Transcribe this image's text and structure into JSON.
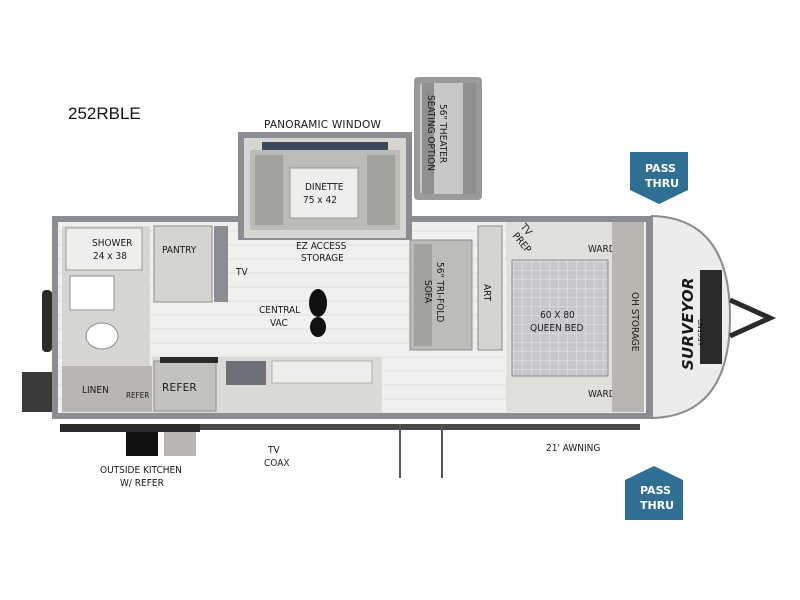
{
  "model": "252RBLE",
  "labels": {
    "panoramic_window": "PANORAMIC WINDOW",
    "theater_seating_1": "56\" THEATER",
    "theater_seating_2": "SEATING OPTION",
    "dinette_1": "DINETTE",
    "dinette_2": "75 x 42",
    "ez_access_1": "EZ ACCESS",
    "ez_access_2": "STORAGE",
    "shower_1": "SHOWER",
    "shower_2": "24 x 38",
    "pantry": "PANTRY",
    "tv": "TV",
    "central_vac_1": "CENTRAL",
    "central_vac_2": "VAC",
    "sofa_1": "56\" TRI-FOLD",
    "sofa_2": "SOFA",
    "art": "ART",
    "tv_prep_1": "TV",
    "tv_prep_2": "PREP",
    "ward_top": "WARD",
    "ward_bottom": "WARD",
    "bed_1": "60 X 80",
    "bed_2": "QUEEN BED",
    "oh_storage": "OH STORAGE",
    "linen": "LINEN",
    "refer_small": "REFER",
    "refer": "REFER",
    "tv_coax_1": "TV",
    "tv_coax_2": "COAX",
    "awning": "21' AWNING",
    "outside_kitchen_1": "OUTSIDE KITCHEN",
    "outside_kitchen_2": "W/ REFER",
    "pass_thru_top_1": "PASS",
    "pass_thru_top_2": "THRU",
    "pass_thru_bottom_1": "PASS",
    "pass_thru_bottom_2": "THRU",
    "brand_1": "SURVEYOR",
    "brand_2": "LEGEND"
  },
  "colors": {
    "wall": "#8a8d92",
    "floor": "#efeeec",
    "cabinet": "#b9b6b1",
    "pass_thru": "#2f6f93",
    "bed": "#c9cacc"
  }
}
